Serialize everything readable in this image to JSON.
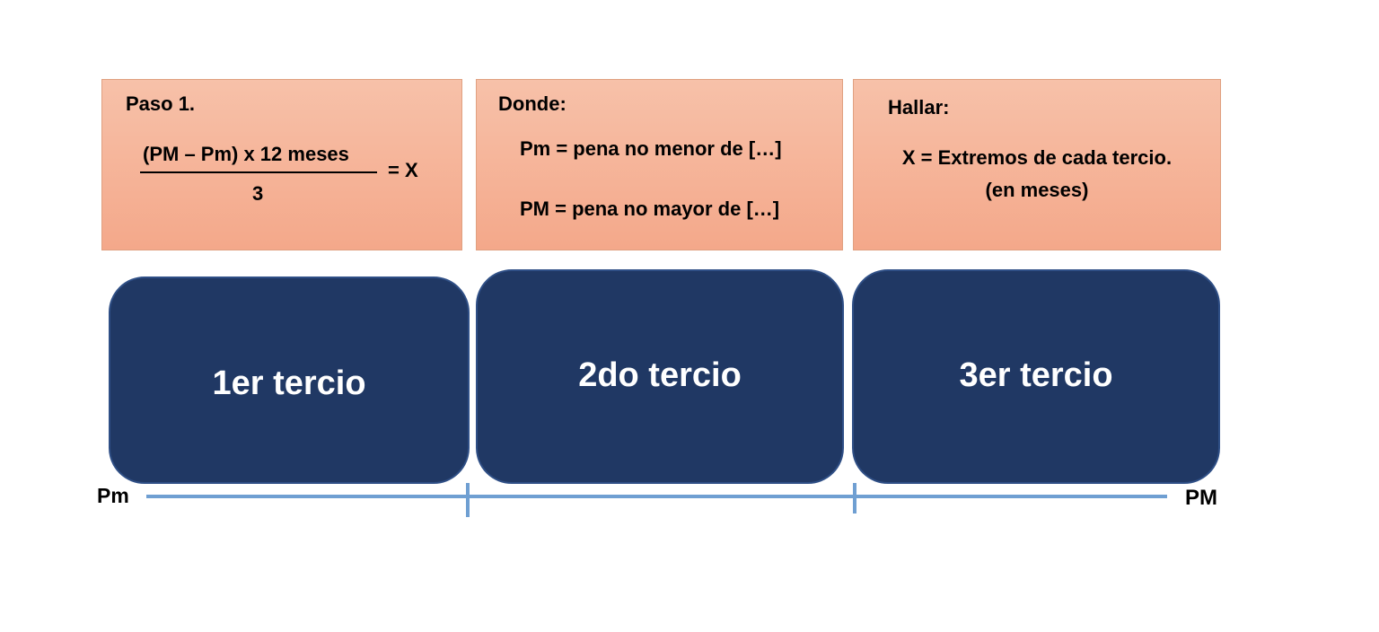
{
  "step_box": {
    "heading": "Paso 1.",
    "numerator": "(PM – Pm) x 12 meses",
    "denominator": "3",
    "result": "= X"
  },
  "where_box": {
    "heading": "Donde:",
    "line1": "Pm = pena no menor de […]",
    "line2": "PM = pena no mayor de […]"
  },
  "find_box": {
    "heading": "Hallar:",
    "line1": "X = Extremos de cada tercio.",
    "line2": "(en meses)"
  },
  "tercios": [
    {
      "label": "1er tercio"
    },
    {
      "label": "2do tercio"
    },
    {
      "label": "3er tercio"
    }
  ],
  "axis": {
    "left_label": "Pm",
    "right_label": "PM"
  },
  "colors": {
    "box_fill": "#f4a88a",
    "tercio_fill": "#203864",
    "axis_line": "#6f9fd2"
  }
}
